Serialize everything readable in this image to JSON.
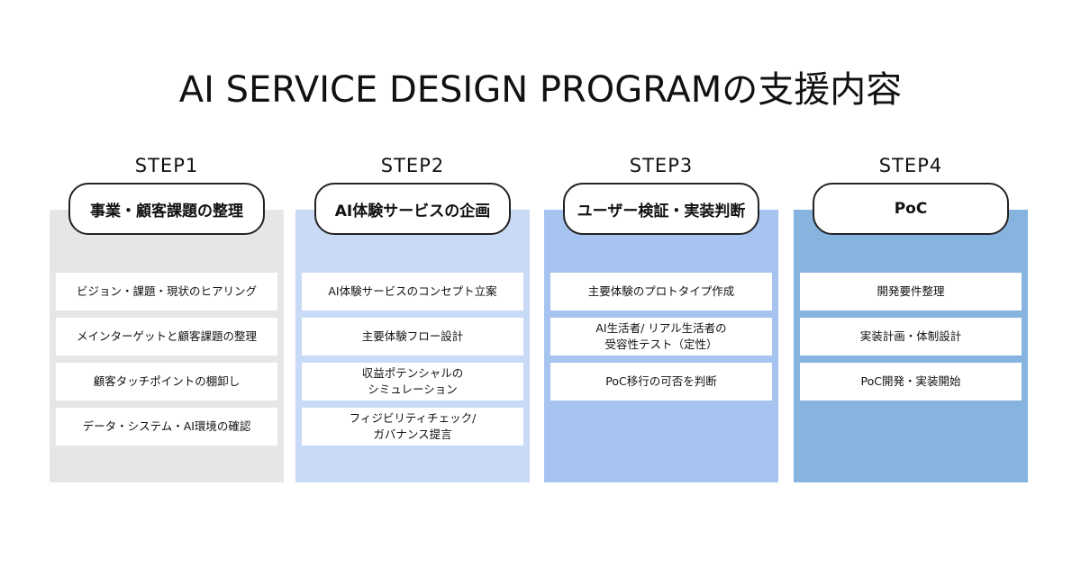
{
  "title": "AI SERVICE DESIGN PROGRAMの支援内容",
  "colors": {
    "step1_panel": "#e6e6e6",
    "step2_panel": "#c9daf6",
    "step3_panel": "#a7c3ef",
    "step4_panel": "#87b3df",
    "card": "#ffffff",
    "pill_border": "#222222"
  },
  "steps": [
    {
      "label": "STEP1",
      "heading": "事業・顧客課題の整理",
      "items": [
        "ビジョン・課題・現状のヒアリング",
        "メインターゲットと顧客課題の整理",
        "顧客タッチポイントの棚卸し",
        "データ・システム・AI環境の確認"
      ]
    },
    {
      "label": "STEP2",
      "heading": "AI体験サービスの企画",
      "items": [
        "AI体験サービスのコンセプト立案",
        "主要体験フロー設計",
        "収益ポテンシャルの\nシミュレーション",
        "フィジビリティチェック/\nガバナンス提言"
      ]
    },
    {
      "label": "STEP3",
      "heading": "ユーザー検証・実装判断",
      "items": [
        "主要体験のプロトタイプ作成",
        "AI生活者/ リアル生活者の\n受容性テスト（定性）",
        "PoC移行の可否を判断"
      ]
    },
    {
      "label": "STEP4",
      "heading": "PoC",
      "items": [
        "開発要件整理",
        "実装計画・体制設計",
        "PoC開発・実装開始"
      ]
    }
  ]
}
